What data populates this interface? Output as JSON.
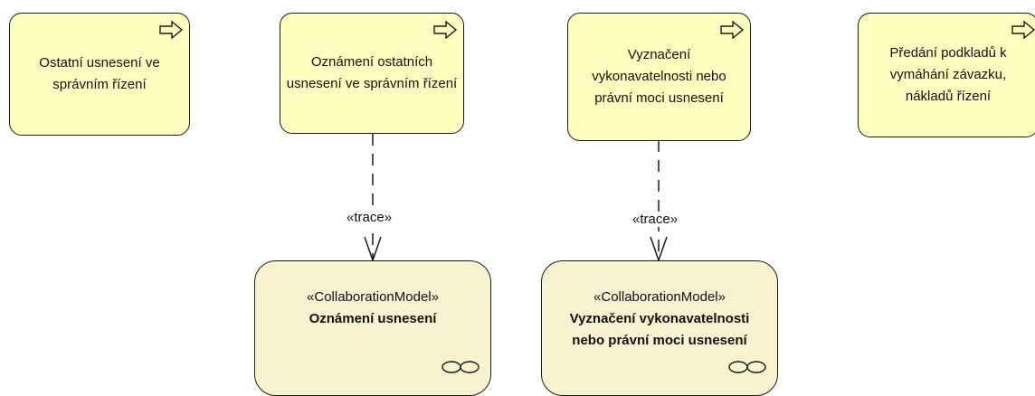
{
  "colors": {
    "process_fill": "#ffffc0",
    "collab_fill": "#f7f2cf",
    "stroke": "#1a1a1a"
  },
  "processes": [
    {
      "label_lines": [
        "Ostatní usnesení ve",
        "správním řízení"
      ],
      "icon": "event-arrow-icon"
    },
    {
      "label_lines": [
        "Oznámení ostatních",
        "usnesení ve správním řízení"
      ],
      "icon": "event-arrow-icon"
    },
    {
      "label_lines": [
        "Vyznačení",
        "vykonavatelnosti nebo",
        "právní moci usnesení"
      ],
      "icon": "event-arrow-icon"
    },
    {
      "label_lines": [
        "Předání podkladů k",
        "vymáhání závazku,",
        "nákladů řízení"
      ],
      "icon": "event-arrow-icon"
    }
  ],
  "collaborations": [
    {
      "stereotype": "«CollaborationModel»",
      "name_lines": [
        "Oznámení usnesení"
      ],
      "icon": "collaboration-icon"
    },
    {
      "stereotype": "«CollaborationModel»",
      "name_lines": [
        "Vyznačení vykonavatelnosti",
        "nebo právní moci usnesení"
      ],
      "icon": "collaboration-icon"
    }
  ],
  "relations": [
    {
      "from": "Oznámení ostatních usnesení ve správním řízení",
      "to": "Oznámení usnesení",
      "label": "«trace»"
    },
    {
      "from": "Vyznačení vykonavatelnosti nebo právní moci usnesení",
      "to": "Vyznačení vykonavatelnosti nebo právní moci usnesení",
      "label": "«trace»"
    }
  ]
}
